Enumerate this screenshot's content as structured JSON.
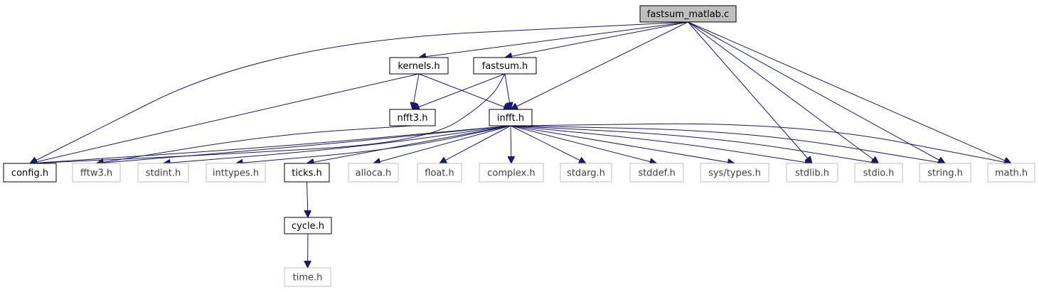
{
  "title": "fastsum_matlab.c",
  "colors": {
    "edge": "#191970",
    "root_fill": "#bfbfbf",
    "node_border": "#000000",
    "external_border": "#bfbfbf",
    "external_text": "#3f3f3f"
  },
  "nodes": [
    {
      "id": "root",
      "label": "fastsum_matlab.c",
      "style": "root"
    },
    {
      "id": "kernels",
      "label": "kernels.h",
      "style": "internal"
    },
    {
      "id": "fastsum",
      "label": "fastsum.h",
      "style": "internal"
    },
    {
      "id": "nfft3",
      "label": "nfft3.h",
      "style": "internal"
    },
    {
      "id": "infft",
      "label": "infft.h",
      "style": "internal"
    },
    {
      "id": "config",
      "label": "config.h",
      "style": "internal"
    },
    {
      "id": "fftw3",
      "label": "fftw3.h",
      "style": "external"
    },
    {
      "id": "stdint",
      "label": "stdint.h",
      "style": "external"
    },
    {
      "id": "inttypes",
      "label": "inttypes.h",
      "style": "external"
    },
    {
      "id": "ticks",
      "label": "ticks.h",
      "style": "internal"
    },
    {
      "id": "alloca",
      "label": "alloca.h",
      "style": "external"
    },
    {
      "id": "float",
      "label": "float.h",
      "style": "external"
    },
    {
      "id": "complex",
      "label": "complex.h",
      "style": "external"
    },
    {
      "id": "stdarg",
      "label": "stdarg.h",
      "style": "external"
    },
    {
      "id": "stddef",
      "label": "stddef.h",
      "style": "external"
    },
    {
      "id": "systypes",
      "label": "sys/types.h",
      "style": "external"
    },
    {
      "id": "stdlib",
      "label": "stdlib.h",
      "style": "external"
    },
    {
      "id": "stdio",
      "label": "stdio.h",
      "style": "external"
    },
    {
      "id": "string",
      "label": "string.h",
      "style": "external"
    },
    {
      "id": "math",
      "label": "math.h",
      "style": "external"
    },
    {
      "id": "cycle",
      "label": "cycle.h",
      "style": "internal"
    },
    {
      "id": "time",
      "label": "time.h",
      "style": "external"
    }
  ],
  "edges": [
    [
      "root",
      "config"
    ],
    [
      "root",
      "kernels"
    ],
    [
      "root",
      "fastsum"
    ],
    [
      "root",
      "infft"
    ],
    [
      "root",
      "stdlib"
    ],
    [
      "root",
      "stdio"
    ],
    [
      "root",
      "string"
    ],
    [
      "root",
      "math"
    ],
    [
      "kernels",
      "config"
    ],
    [
      "kernels",
      "nfft3"
    ],
    [
      "kernels",
      "infft"
    ],
    [
      "fastsum",
      "nfft3"
    ],
    [
      "fastsum",
      "infft"
    ],
    [
      "fastsum",
      "config"
    ],
    [
      "nfft3",
      "fftw3"
    ],
    [
      "infft",
      "config"
    ],
    [
      "infft",
      "fftw3"
    ],
    [
      "infft",
      "stdint"
    ],
    [
      "infft",
      "inttypes"
    ],
    [
      "infft",
      "ticks"
    ],
    [
      "infft",
      "alloca"
    ],
    [
      "infft",
      "float"
    ],
    [
      "infft",
      "complex"
    ],
    [
      "infft",
      "stdarg"
    ],
    [
      "infft",
      "stddef"
    ],
    [
      "infft",
      "systypes"
    ],
    [
      "infft",
      "stdlib"
    ],
    [
      "infft",
      "stdio"
    ],
    [
      "infft",
      "string"
    ],
    [
      "infft",
      "math"
    ],
    [
      "ticks",
      "cycle"
    ],
    [
      "cycle",
      "time"
    ]
  ]
}
